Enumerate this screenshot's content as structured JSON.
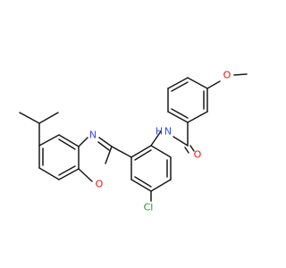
{
  "colors": {
    "bond": "#1a1a1a",
    "carbon": "#1a1a1a",
    "nitrogen": "#3050f8",
    "oxygen": "#ff0d0d",
    "chlorine": "#1fa01f"
  },
  "atoms": {
    "o_methoxy": "O",
    "o_carbonyl": "O",
    "n_amide": "N",
    "h_amide": "H",
    "n_oxazole": "N",
    "o_oxazole": "O",
    "cl": "Cl"
  }
}
